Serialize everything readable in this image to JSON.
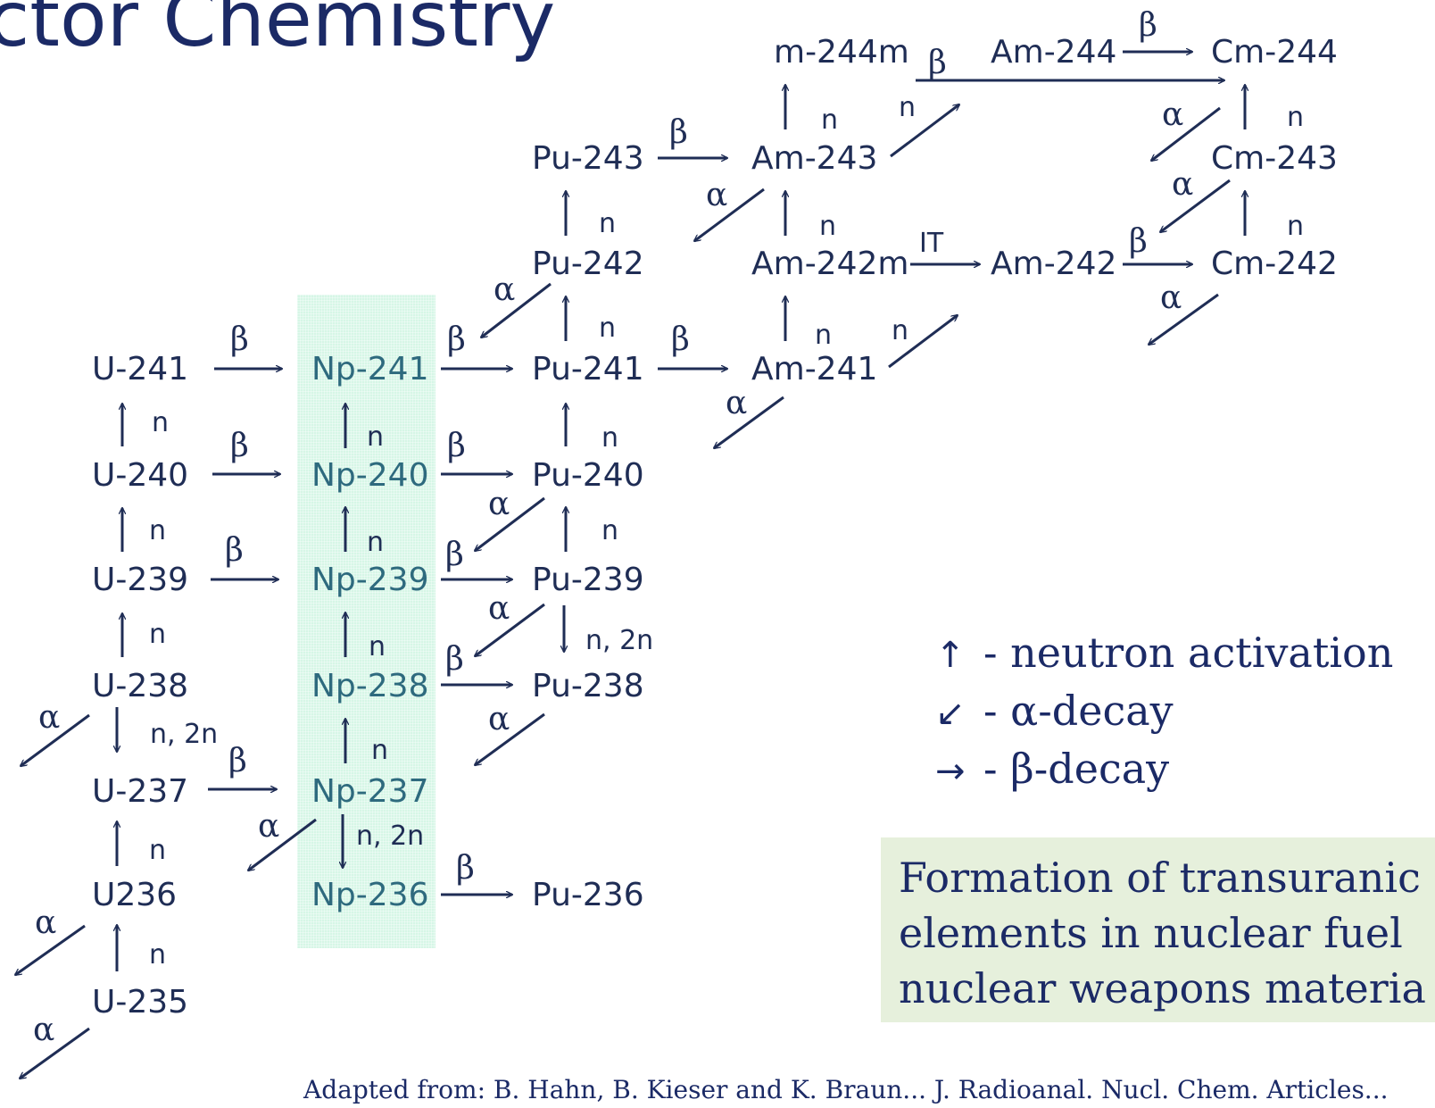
{
  "title": "ctor Chemistry",
  "isotopes": {
    "u241": "U-241",
    "u240": "U-240",
    "u239": "U-239",
    "u238": "U-238",
    "u237": "U-237",
    "u236": "U236",
    "u235": "U-235",
    "np241": "Np-241",
    "np240": "Np-240",
    "np239": "Np-239",
    "np238": "Np-238",
    "np237": "Np-237",
    "np236": "Np-236",
    "pu243": "Pu-243",
    "pu242": "Pu-242",
    "pu241": "Pu-241",
    "pu240": "Pu-240",
    "pu239": "Pu-239",
    "pu238": "Pu-238",
    "pu236": "Pu-236",
    "am244m": "m-244m",
    "am244": "Am-244",
    "am243": "Am-243",
    "am242m": "Am-242m",
    "am242": "Am-242",
    "am241": "Am-241",
    "cm244": "Cm-244",
    "cm243": "Cm-243",
    "cm242": "Cm-242"
  },
  "labels": {
    "n": "n",
    "n2n": "n, 2n",
    "beta": "β",
    "alpha": "α",
    "it": "IT"
  },
  "legend": [
    {
      "symbol": "↑",
      "text": "- neutron activation"
    },
    {
      "symbol": "↙",
      "text": "- α-decay"
    },
    {
      "symbol": "→",
      "text": "- β-decay"
    }
  ],
  "caption": [
    "Formation of transuranic",
    "elements in nuclear fuel",
    "nuclear weapons materia"
  ],
  "credit": "Adapted from: B. Hahn, B. Kieser and K. Braun... J. Radioanal. Nucl. Chem. Articles..."
}
